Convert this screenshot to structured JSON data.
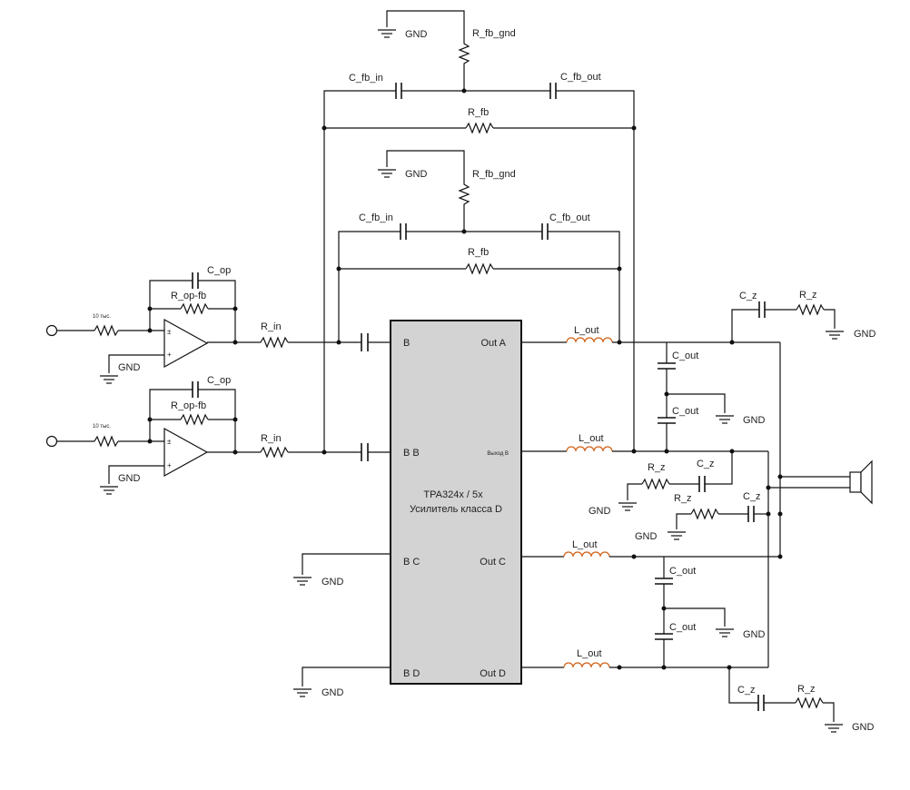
{
  "chip": {
    "title": "TPA324x / 5x",
    "subtitle": "Усилитель класса D",
    "fill": "#d3d3d3",
    "stroke": "#111111",
    "pins": {
      "in_a": "B",
      "in_b": "B B",
      "in_c": "B C",
      "in_d": "B D",
      "out_a": "Out A",
      "out_b": "Выход B",
      "out_c": "Out C",
      "out_d": "Out D"
    }
  },
  "labels": {
    "gnd": "GND",
    "r_fb_gnd": "R_fb_gnd",
    "c_fb_in": "C_fb_in",
    "c_fb_out": "C_fb_out",
    "r_fb": "R_fb",
    "c_op": "C_op",
    "r_op_fb": "R_op-fb",
    "r_in": "R_in",
    "r_input": "10 тыс.",
    "l_out": "L_out",
    "c_out": "C_out",
    "c_z": "C_z",
    "r_z": "R_z",
    "opamp_minus": "±",
    "opamp_plus": "+"
  },
  "colors": {
    "wire": "#111111",
    "inductor": "#d1641c",
    "background": "#ffffff"
  },
  "icons": {
    "ground": "ground-icon",
    "speaker": "speaker-icon",
    "input": "input-terminal-icon"
  }
}
